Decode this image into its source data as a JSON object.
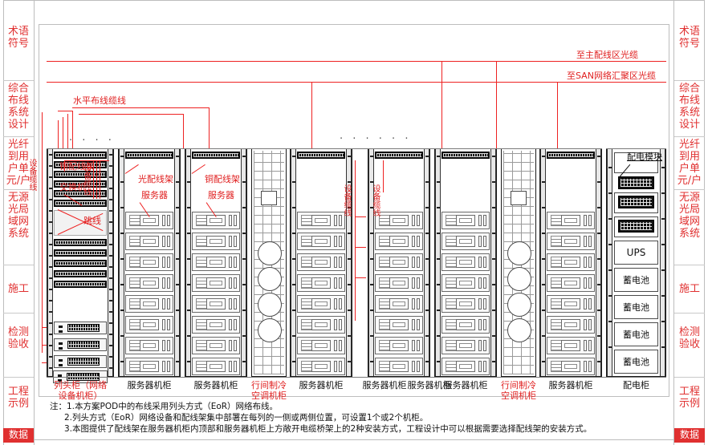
{
  "sidebar": {
    "tabs": [
      {
        "label": "术语\n符号",
        "lines": [
          "术语",
          "符号"
        ],
        "highlight": false
      },
      {
        "label": "综合布线系统设计",
        "lines": [
          "综合",
          "布线",
          "系统",
          "设计"
        ],
        "highlight": false
      },
      {
        "label": "光纤到用户单元/户",
        "lines": [
          "光纤",
          "到用",
          "户单",
          "元/户"
        ],
        "highlight": false
      },
      {
        "label": "无源光局域网系统",
        "lines": [
          "无源",
          "光局",
          "域网",
          "系统"
        ],
        "highlight": false
      },
      {
        "label": "施工",
        "lines": [
          "施工"
        ],
        "highlight": false
      },
      {
        "label": "检测验收",
        "lines": [
          "检测",
          "验收"
        ],
        "highlight": false
      },
      {
        "label": "工程示例",
        "lines": [
          "工程",
          "示例"
        ],
        "highlight": false
      },
      {
        "label": "数据",
        "lines": [
          "数据"
        ],
        "highlight": true
      }
    ]
  },
  "diagram": {
    "top_labels": [
      {
        "text": "至主配线区光缆"
      },
      {
        "text": "至SAN网络汇聚区光缆"
      },
      {
        "text": "水平布线缆线"
      }
    ],
    "callouts": [
      {
        "text": "光配线架"
      },
      {
        "text": "铜配线架"
      },
      {
        "text": "服务器"
      },
      {
        "text": "服务器"
      },
      {
        "text": "跳线"
      },
      {
        "text": "铜配线架"
      },
      {
        "text": "交换机"
      },
      {
        "text": "配电模块"
      }
    ],
    "vertical_labels": [
      {
        "text": "设备缆线"
      },
      {
        "text": "设备缆线"
      },
      {
        "text": "设备缆线"
      },
      {
        "text": "设备缆线"
      }
    ],
    "ellipsis_left": "· · · ·",
    "ellipsis_right": "· · · · · ·",
    "power_cabinet": {
      "module_label": "配电模块",
      "rows": [
        "UPS",
        "蓄电池",
        "蓄电池",
        "蓄电池",
        "蓄电池"
      ],
      "ups_label": "UPS",
      "battery_label": "蓄电池"
    },
    "cabinet_labels": [
      {
        "lines": [
          "列头柜（网络",
          "设备机柜）"
        ],
        "red": true
      },
      {
        "lines": [
          "服务器机柜"
        ],
        "red": false
      },
      {
        "lines": [
          "服务器机柜"
        ],
        "red": false
      },
      {
        "lines": [
          "行间制冷",
          "空调机柜"
        ],
        "red": true
      },
      {
        "lines": [
          "服务器机柜"
        ],
        "red": false
      },
      {
        "lines": [
          "服务器机柜"
        ],
        "red": false
      },
      {
        "lines": [
          "服务器机柜"
        ],
        "red": false
      },
      {
        "lines": [
          "行间制冷",
          "空调机柜"
        ],
        "red": true
      },
      {
        "lines": [
          "服务器机柜"
        ],
        "red": false
      },
      {
        "lines": [
          "服务器机柜"
        ],
        "red": false
      },
      {
        "lines": [
          "配电柜"
        ],
        "red": false
      }
    ]
  },
  "notes": {
    "prefix": "注：",
    "items": [
      "1.本方案POD中的布线采用列头方式（EoR）网络布线。",
      "2.列头方式（EoR）网络设备和配线架集中部署在每列的一侧或两侧位置，可设置1个或2个机柜。",
      "3.本图提供了配线架在服务器机柜内顶部和服务器机柜上方敞开电缆桥架上的2种安装方式，工程设计中可以根据需要选择配线架的安装方式。"
    ]
  },
  "colors": {
    "red": "#e02020",
    "cable_red": "#ee2222",
    "ink": "#111111"
  }
}
